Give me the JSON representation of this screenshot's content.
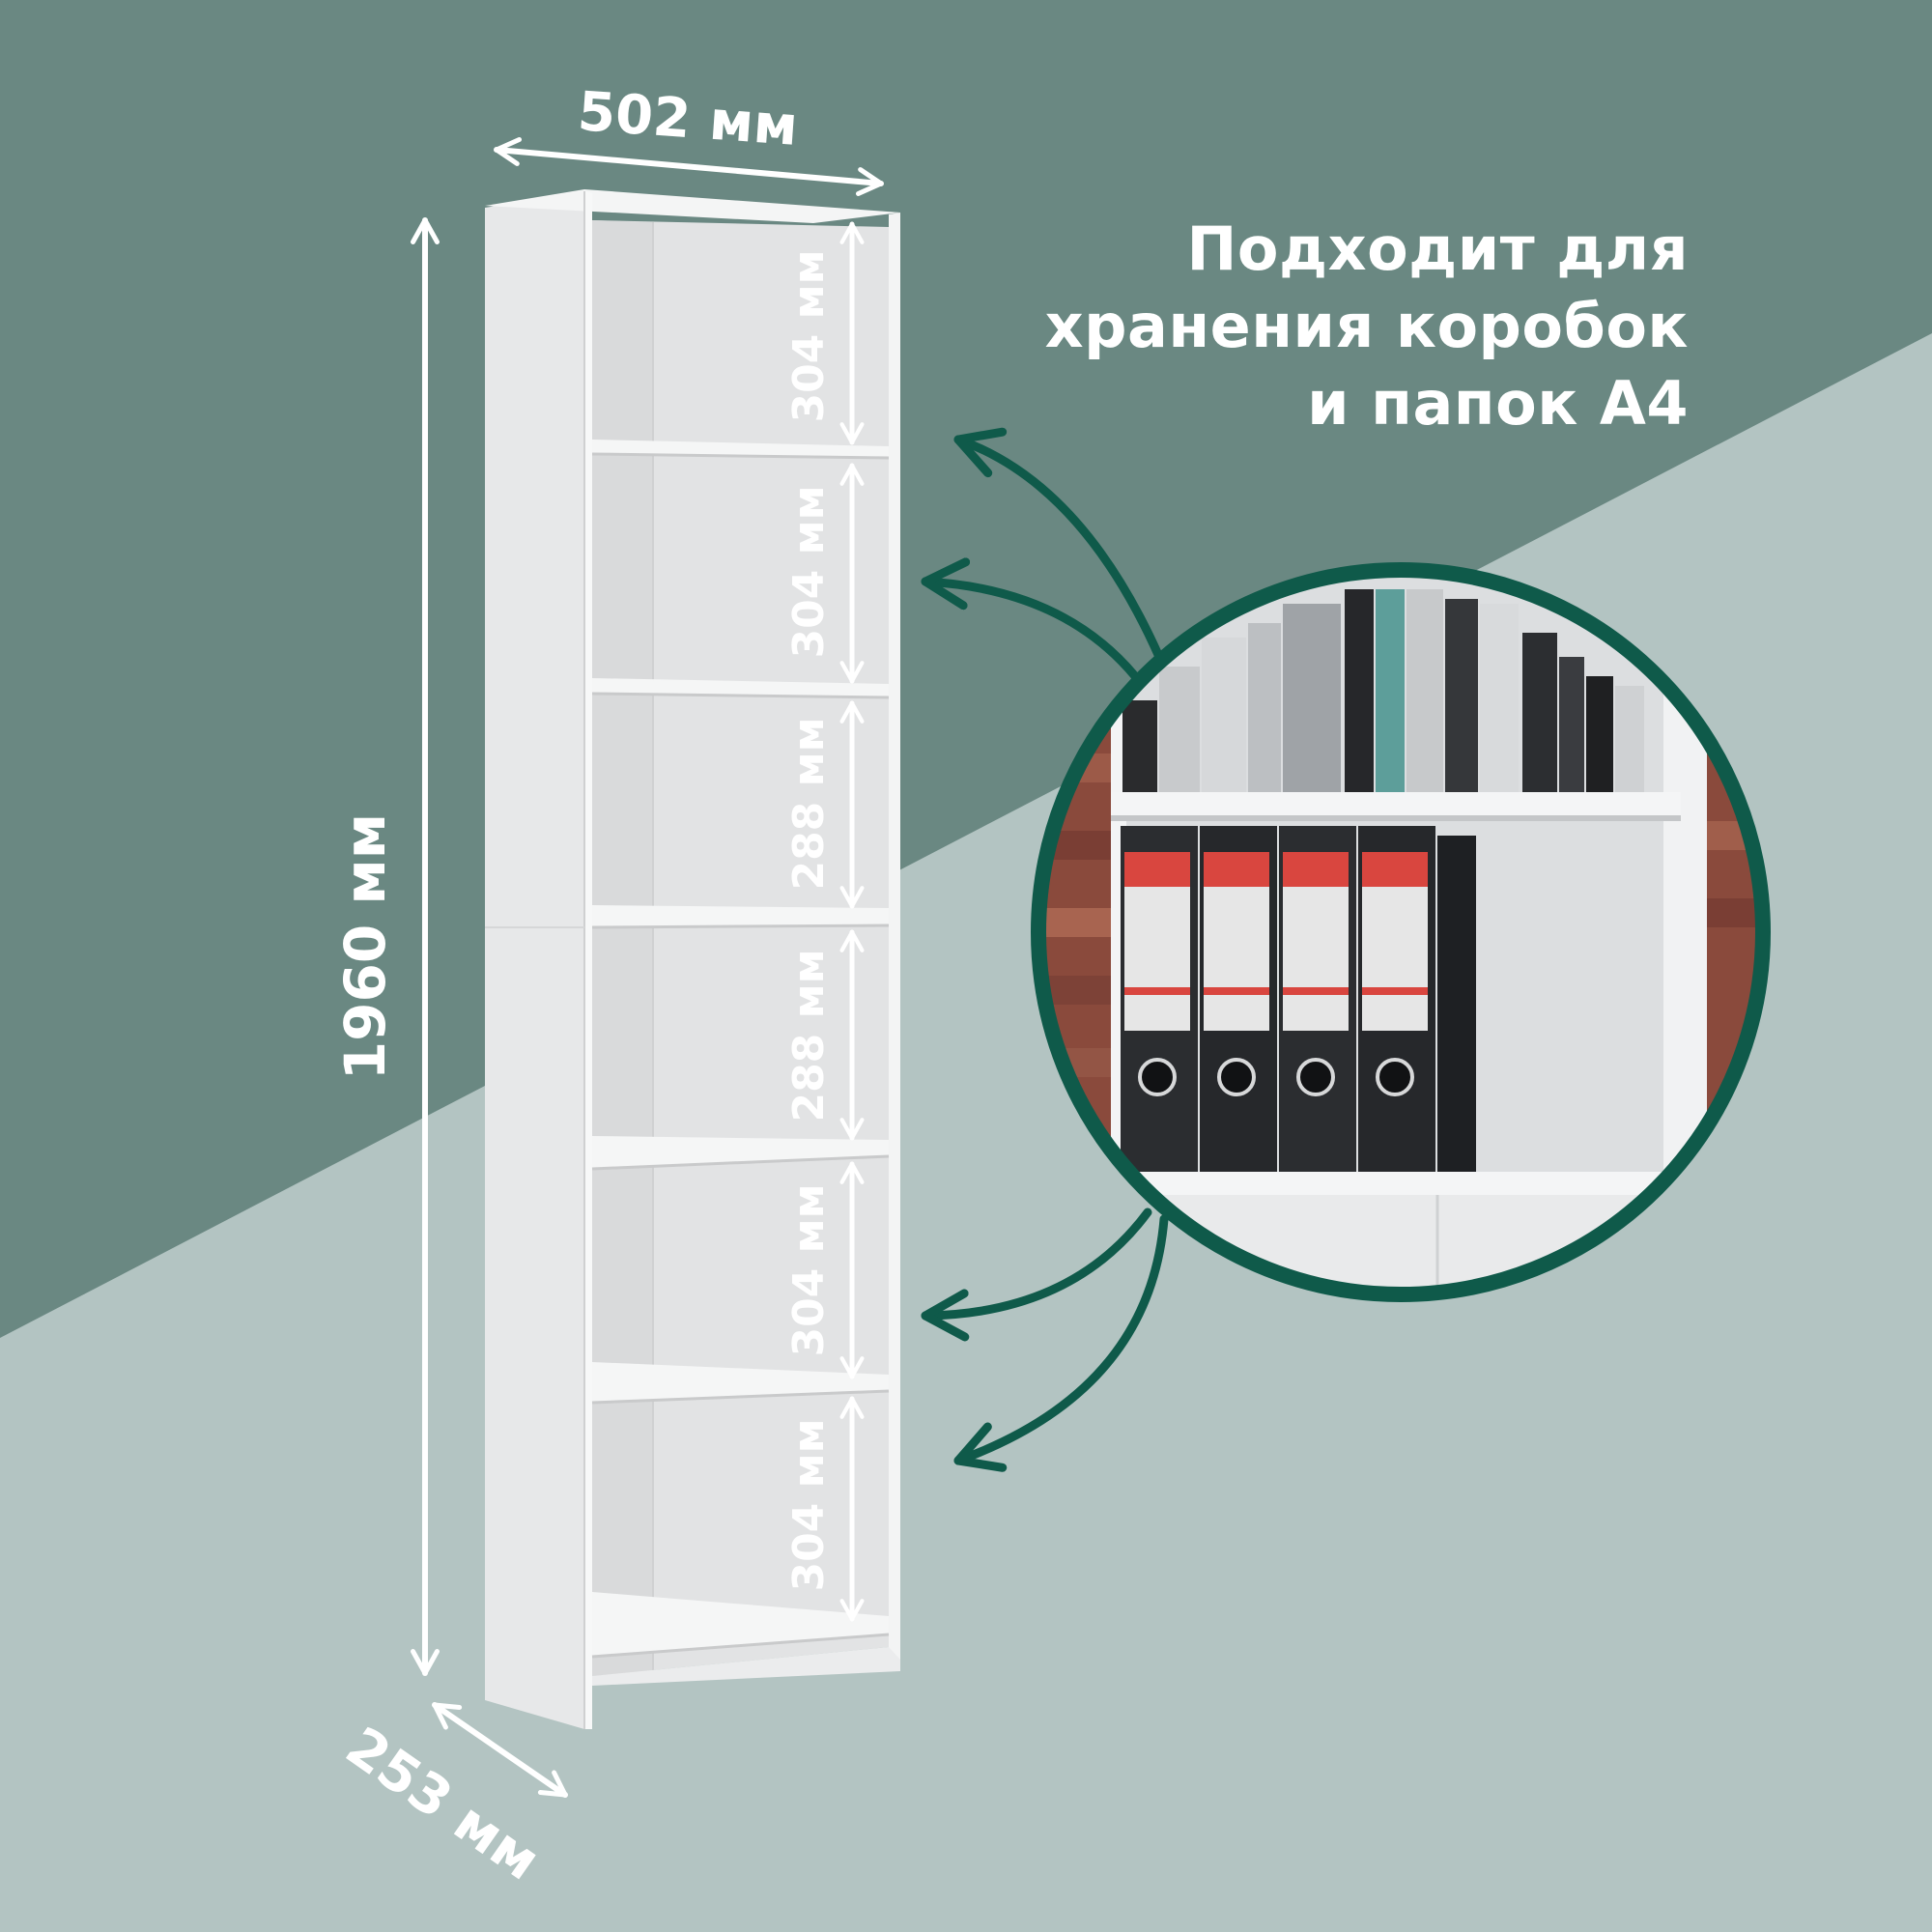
{
  "headline": {
    "line1": "Подходит для",
    "line2": "хранения коробок",
    "line3": "и папок А4"
  },
  "dimensions": {
    "width": "502 мм",
    "height": "1960 мм",
    "depth": "253 мм"
  },
  "shelves": [
    {
      "label": "304 мм"
    },
    {
      "label": "304 мм"
    },
    {
      "label": "288 мм"
    },
    {
      "label": "288 мм"
    },
    {
      "label": "304 мм"
    },
    {
      "label": "304 мм"
    }
  ],
  "colors": {
    "background_dark": "#6a8882",
    "background_light": "#b3c4c2",
    "accent_green": "#0f5a4a",
    "shelf_white": "#eeeff0",
    "text": "#ffffff"
  }
}
